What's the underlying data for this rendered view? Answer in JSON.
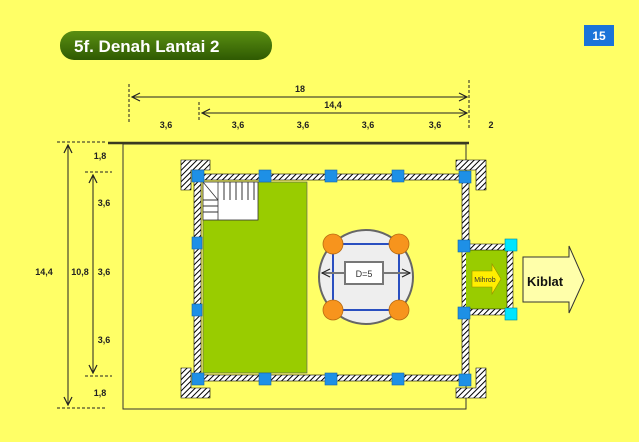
{
  "slide": {
    "title": "5f. Denah Lantai 2",
    "page_number": "15"
  },
  "dimensions": {
    "top_total": "18",
    "top_inner": "14,4",
    "top_segments": [
      "3,6",
      "3,6",
      "3,6",
      "3,6",
      "3,6",
      "2"
    ],
    "left_total": "14,4",
    "left_inner": "10,8",
    "left_segments": [
      "1,8",
      "3,6",
      "3,6",
      "3,6",
      "1,8"
    ]
  },
  "plan": {
    "dome_label": "D=5",
    "mihrab_label": "Mihrob",
    "qibla_label": "Kiblat"
  },
  "colors": {
    "background": "#ffff66",
    "title_bg": "#3d6e04",
    "page_badge": "#1a73d9",
    "floor_green": "#99cc00",
    "column_blue": "#1e90e6",
    "column_cyan": "#00e5ff",
    "dome_pillar": "#f7941d"
  }
}
